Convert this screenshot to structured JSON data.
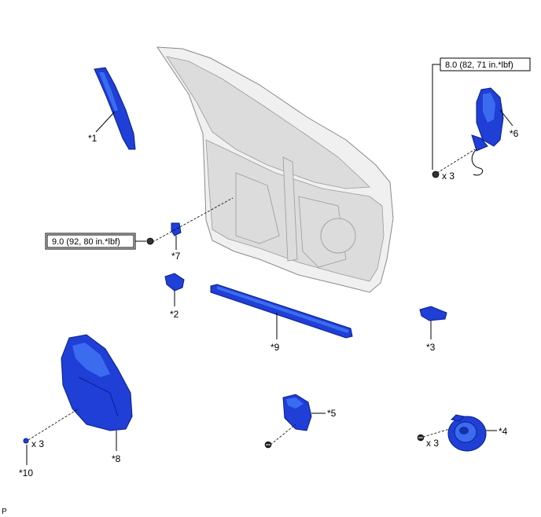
{
  "labels": {
    "p1": "*1",
    "p2": "*2",
    "p3": "*3",
    "p4": "*4",
    "p5": "*5",
    "p6": "*6",
    "p7": "*7",
    "p8": "*8",
    "p9": "*9",
    "p10": "*10"
  },
  "torque": {
    "mirror": "8.0 (82, 71 in.*lbf)",
    "door": "9.0 (92, 80 in.*lbf)"
  },
  "quantities": {
    "mirror_nuts": "x 3",
    "clips": "x 3",
    "speaker_screws": "x 3"
  },
  "corner_mark": "P",
  "colors": {
    "part": "#1f3fd6",
    "door_panel": "#f0f0f0"
  }
}
